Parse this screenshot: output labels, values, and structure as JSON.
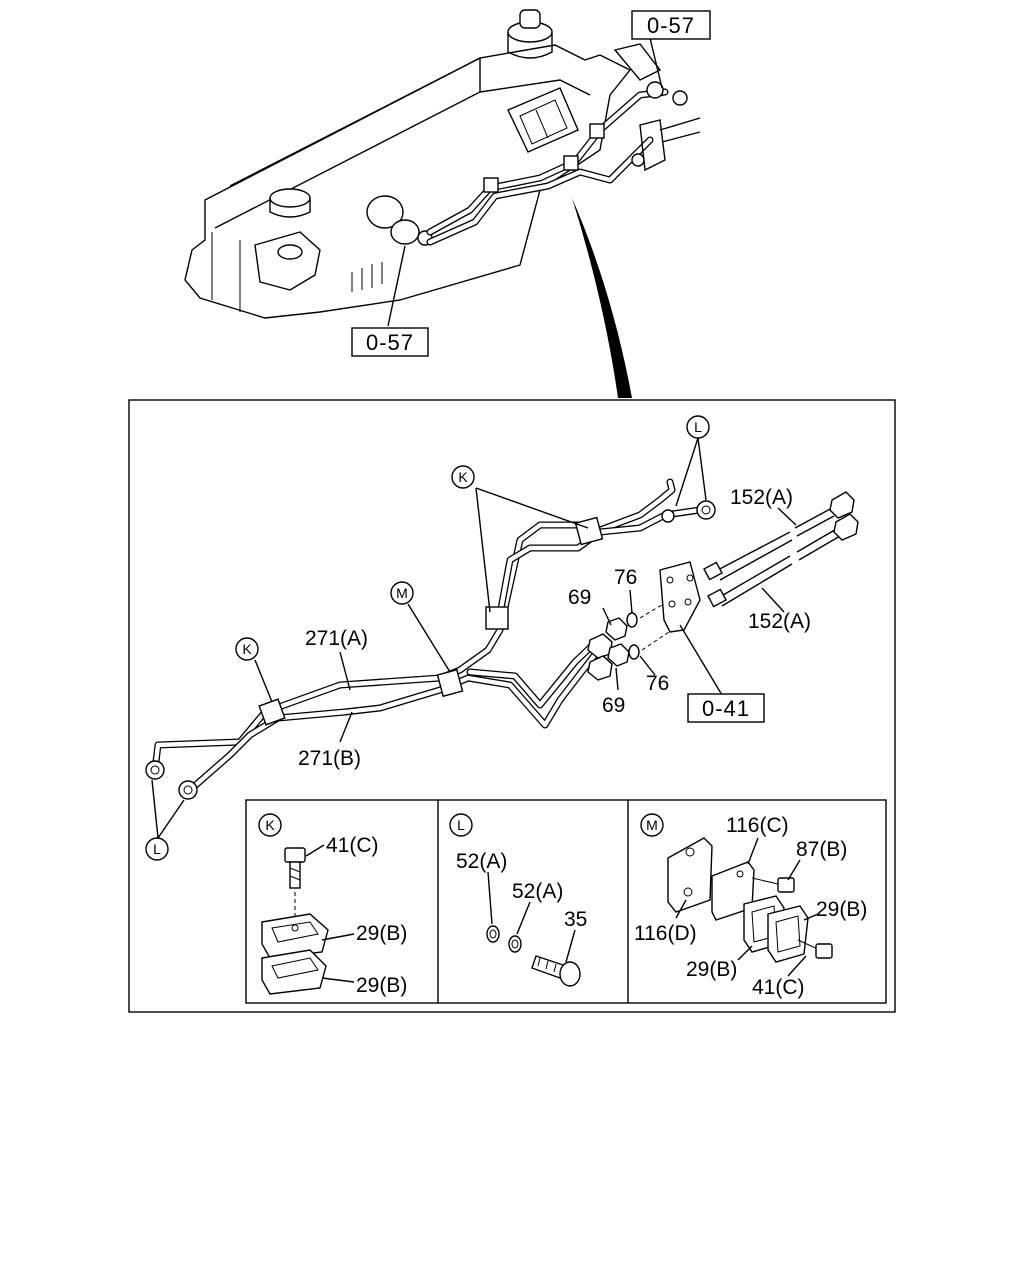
{
  "references": {
    "top_right": "0-57",
    "top_bottom": "0-57",
    "bracket": "0-41"
  },
  "callouts": {
    "k_top": "K",
    "k_left": "K",
    "l_top": "L",
    "l_bottom": "L",
    "m_main": "M"
  },
  "labels": {
    "p152a_top": "152(A)",
    "p152a_bottom": "152(A)",
    "p76_top": "76",
    "p76_bottom": "76",
    "p69_top": "69",
    "p69_bottom": "69",
    "p271a": "271(A)",
    "p271b": "271(B)"
  },
  "detail_k": {
    "tag": "K",
    "bolt": "41(C)",
    "clamp_upper": "29(B)",
    "clamp_lower": "29(B)"
  },
  "detail_l": {
    "tag": "L",
    "washer_1": "52(A)",
    "washer_2": "52(A)",
    "eye_bolt": "35"
  },
  "detail_m": {
    "tag": "M",
    "bracket_c": "116(C)",
    "bolt_b": "87(B)",
    "clamp_right": "29(B)",
    "bracket_d": "116(D)",
    "clamp_left": "29(B)",
    "bolt_c": "41(C)"
  }
}
